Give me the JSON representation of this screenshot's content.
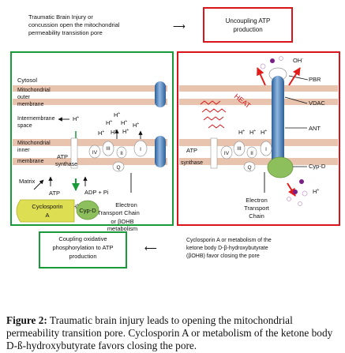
{
  "top_note": [
    "Traumatic Brain Injury or",
    "concussion open the mitochondrial",
    "permeability transistion pore"
  ],
  "uncoupling_box": [
    "Uncoupling ATP",
    "production"
  ],
  "left_panel": {
    "cytosol": "Cytosol",
    "outer_membrane": [
      "Mitochondrial",
      "outer",
      "membrane"
    ],
    "intermembrane": [
      "Intermembrane",
      "space"
    ],
    "h_plus": "H",
    "h_sup": "+",
    "inner_membrane": [
      "Mitochondrial",
      "inner",
      "membrane"
    ],
    "atp_synthase": [
      "ATP",
      "synthase"
    ],
    "complex_labels": [
      "IV",
      "III",
      "II",
      "I",
      "Q"
    ],
    "matrix": "Matrix",
    "atp": "ATP",
    "adp_pi": "ADP + Pi",
    "etc": [
      "Electron",
      "Transport Chain"
    ],
    "cyclosporin": [
      "Cyclosporin",
      "A"
    ],
    "cypd": "Cyp-D",
    "or_bohb": [
      "or βOHB",
      "metabolism"
    ]
  },
  "right_panel": {
    "oh": "OH",
    "oh_sup": "·",
    "pbr": "PBR",
    "vdac": "VDAC",
    "heat": "HEAT",
    "ant": "ANT",
    "atp_synthase": [
      "ATP",
      "synthase"
    ],
    "cypd": "Cyp-D",
    "etc": [
      "Electron",
      "Transport",
      "Chain"
    ],
    "h_plus": "H",
    "h_sup": "+"
  },
  "coupling_box": [
    "Coupling oxidative",
    "phosphorylation to ATP",
    "production"
  ],
  "bottom_note": [
    "Cyclosporin A or metabolism of the",
    "ketone body D-β-hydroxybutyrate",
    "(βOHB) favor closing the pore"
  ],
  "arrow_right": "⟶",
  "arrow_left": "⟵",
  "caption": {
    "label": "Figure 2:",
    "text": " Traumatic brain injury leads to opening the mitochondrial permeability transition pore. Cyclosporin A or metabolism of the ketone body D-ß-hydroxybutyrate favors closing the pore."
  },
  "colors": {
    "green_border": "#1a9b3a",
    "red_border": "#d9141b",
    "membrane": "#e8c3ad",
    "channel_blue": "#4f86c2",
    "cyclosporin_yellow": "#dede52",
    "cypd_green": "#8dbf5c",
    "arrow_red": "#e21b1b",
    "bead_purple": "#7a1f87"
  }
}
